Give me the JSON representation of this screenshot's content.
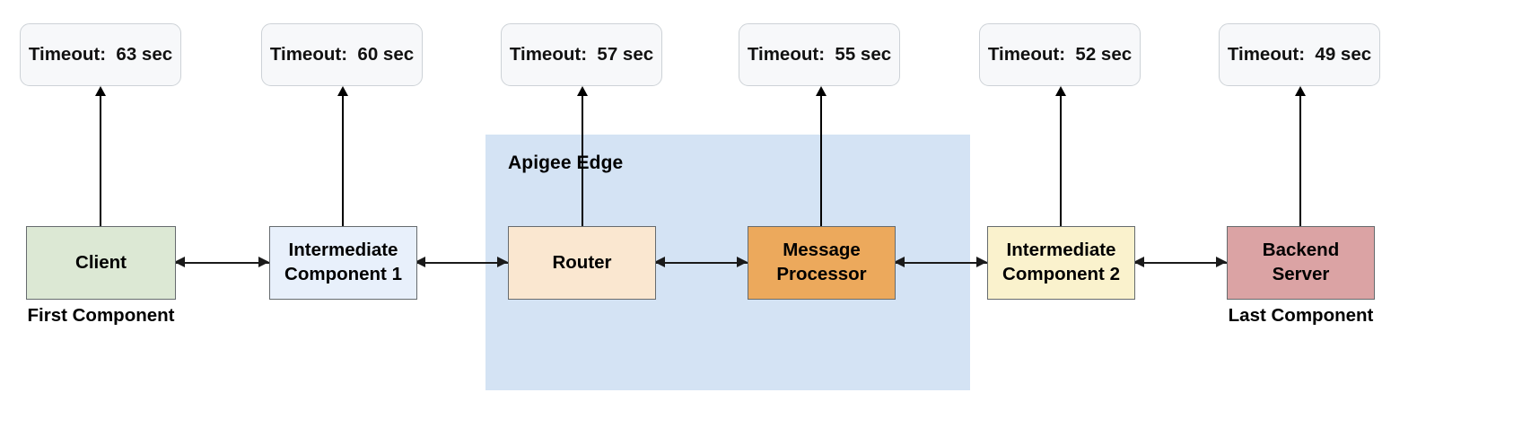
{
  "diagram": {
    "title": "Apigee Edge request timeout chain",
    "zone": {
      "label": "Apigee Edge",
      "color": "#d4e3f4"
    },
    "timeouts": [
      {
        "id": "timeout-client",
        "label": "Timeout:  63 sec",
        "value": 63,
        "unit": "sec",
        "for": "Client"
      },
      {
        "id": "timeout-intermediate1",
        "label": "Timeout:  60 sec",
        "value": 60,
        "unit": "sec",
        "for": "Intermediate Component 1"
      },
      {
        "id": "timeout-router",
        "label": "Timeout:  57 sec",
        "value": 57,
        "unit": "sec",
        "for": "Router"
      },
      {
        "id": "timeout-message-processor",
        "label": "Timeout:  55 sec",
        "value": 55,
        "unit": "sec",
        "for": "Message Processor"
      },
      {
        "id": "timeout-intermediate2",
        "label": "Timeout:  52 sec",
        "value": 52,
        "unit": "sec",
        "for": "Intermediate Component 2"
      },
      {
        "id": "timeout-backend",
        "label": "Timeout:  49 sec",
        "value": 49,
        "unit": "sec",
        "for": "Backend Server"
      }
    ],
    "nodes": [
      {
        "id": "client",
        "line1": "Client",
        "line2": "",
        "color": "#dce8d4"
      },
      {
        "id": "intermediate-1",
        "line1": "Intermediate",
        "line2": "Component 1",
        "color": "#e8f0fb"
      },
      {
        "id": "router",
        "line1": "Router",
        "line2": "",
        "color": "#fae7d0"
      },
      {
        "id": "message-processor",
        "line1": "Message",
        "line2": "Processor",
        "color": "#eca95c"
      },
      {
        "id": "intermediate-2",
        "line1": "Intermediate",
        "line2": "Component 2",
        "color": "#faf2cd"
      },
      {
        "id": "backend-server",
        "line1": "Backend",
        "line2": "Server",
        "color": "#dba3a4"
      }
    ],
    "captions": {
      "first": "First Component",
      "last": "Last Component"
    }
  }
}
